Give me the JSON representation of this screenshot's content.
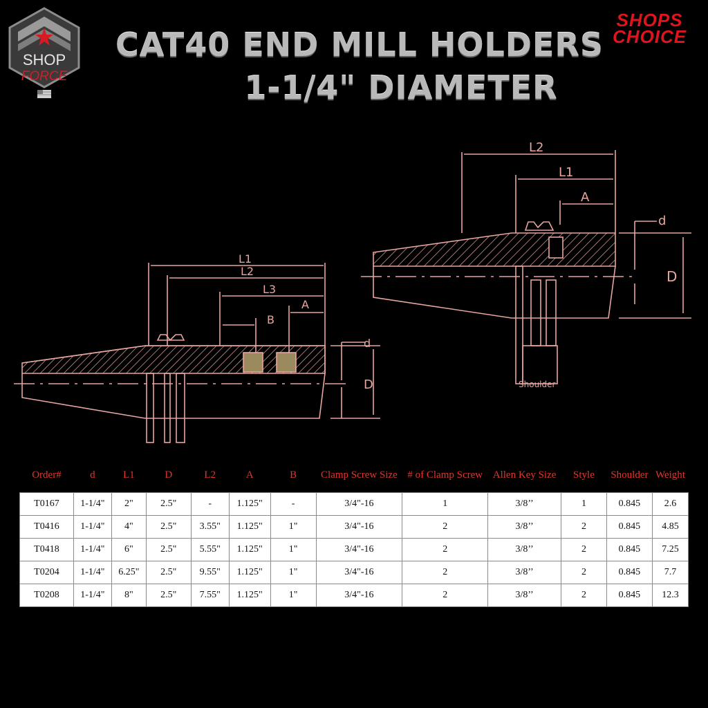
{
  "header": {
    "title_line1": "CAT40 END MILL HOLDERS",
    "title_line2": "1-1/4\" DIAMETER"
  },
  "logo_left": {
    "top": "SHOP",
    "bottom": "FORCE",
    "icon": "star-shield-icon"
  },
  "logo_right": {
    "line1": "SHOPS",
    "line2": "CHOICE"
  },
  "drawing_left": {
    "labels": {
      "L1": "L1",
      "L2": "L2",
      "L3": "L3",
      "A": "A",
      "B": "B",
      "d": "d",
      "D": "D"
    }
  },
  "drawing_right": {
    "labels": {
      "L2": "L2",
      "L1": "L1",
      "A": "A",
      "d": "d",
      "D": "D",
      "shoulder": "Shoulder"
    }
  },
  "colors": {
    "accent_red": "#e3352c",
    "drawing_line": "#e8a6a0",
    "title_silver": "#b9b9b9",
    "background": "#000000"
  },
  "table": {
    "headers": [
      "Order#",
      "d",
      "L1",
      "D",
      "L2",
      "A",
      "B",
      "Clamp Screw Size",
      "# of Clamp Screw",
      "Allen Key Size",
      "Style",
      "Shoulder",
      "Weight"
    ],
    "rows": [
      [
        "T0167",
        "1-1/4\"",
        "2\"",
        "2.5\"",
        "-",
        "1.125\"",
        "-",
        "3/4\"-16",
        "1",
        "3/8’’",
        "1",
        "0.845",
        "2.6"
      ],
      [
        "T0416",
        "1-1/4\"",
        "4\"",
        "2.5\"",
        "3.55\"",
        "1.125\"",
        "1\"",
        "3/4\"-16",
        "2",
        "3/8’’",
        "2",
        "0.845",
        "4.85"
      ],
      [
        "T0418",
        "1-1/4\"",
        "6\"",
        "2.5\"",
        "5.55\"",
        "1.125\"",
        "1\"",
        "3/4\"-16",
        "2",
        "3/8’’",
        "2",
        "0.845",
        "7.25"
      ],
      [
        "T0204",
        "1-1/4\"",
        "6.25\"",
        "2.5\"",
        "9.55\"",
        "1.125\"",
        "1\"",
        "3/4\"-16",
        "2",
        "3/8’’",
        "2",
        "0.845",
        "7.7"
      ],
      [
        "T0208",
        "1-1/4\"",
        "8\"",
        "2.5\"",
        "7.55\"",
        "1.125\"",
        "1\"",
        "3/4\"-16",
        "2",
        "3/8’’",
        "2",
        "0.845",
        "12.3"
      ]
    ]
  }
}
